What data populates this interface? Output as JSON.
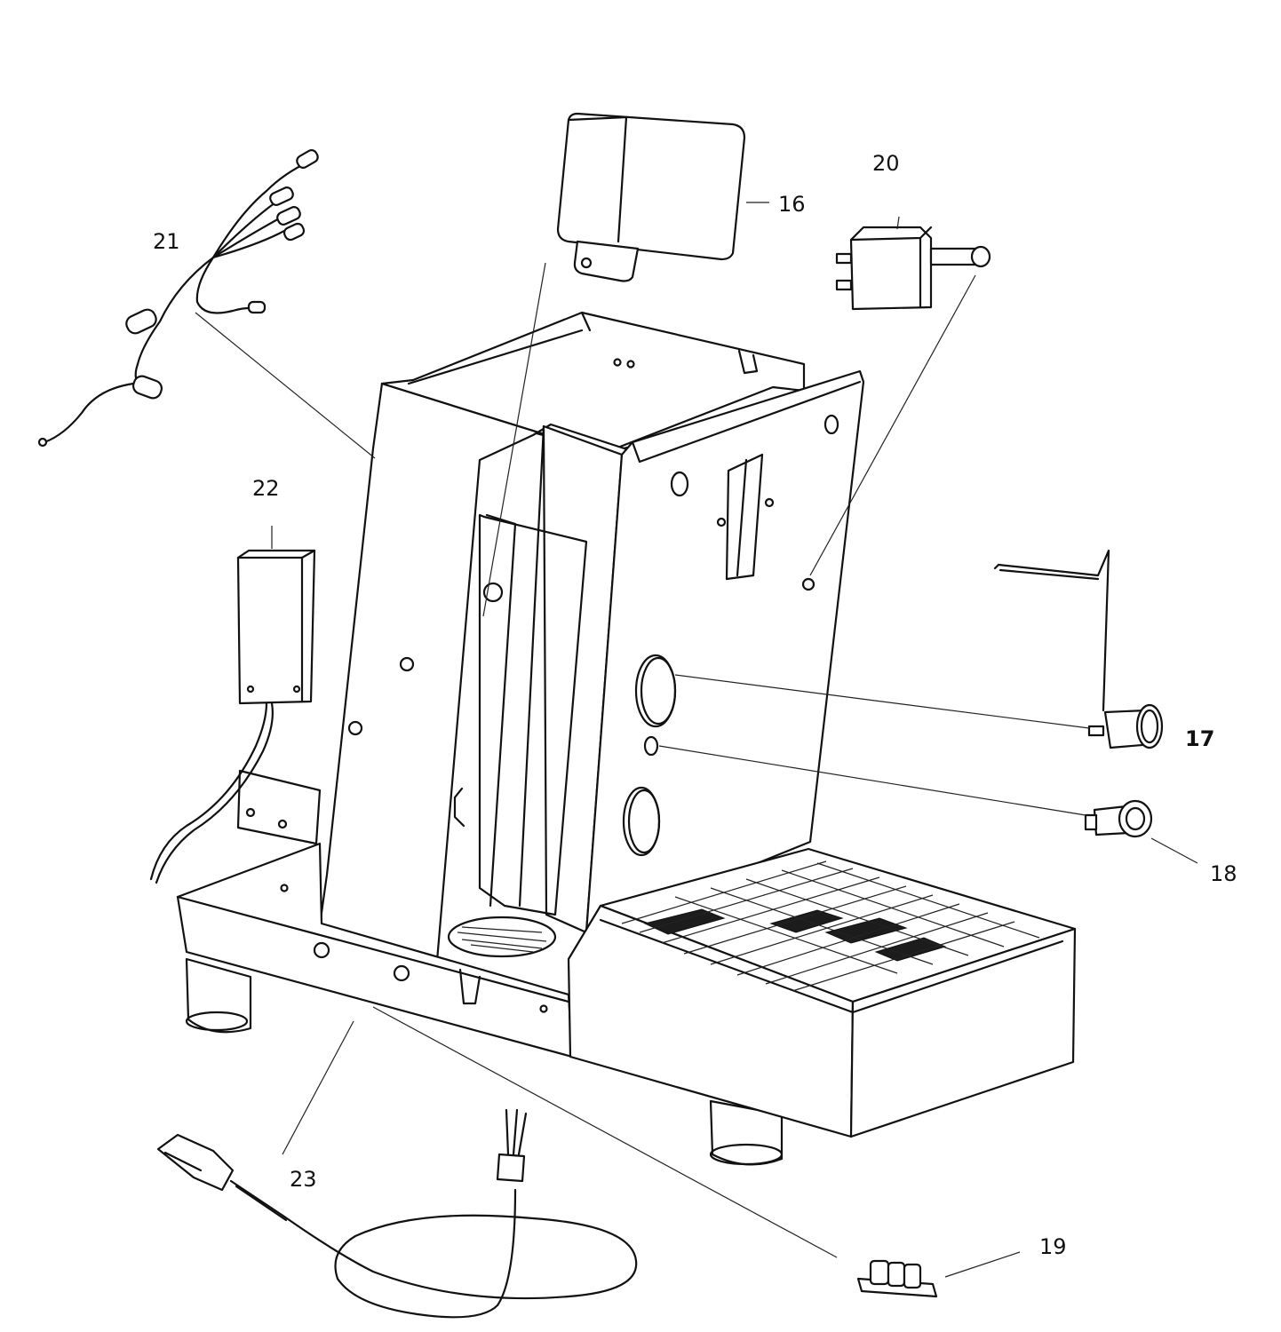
{
  "diagram": {
    "callouts": [
      {
        "id": "16",
        "text": "16",
        "bold": false
      },
      {
        "id": "17",
        "text": "17",
        "bold": true
      },
      {
        "id": "18",
        "text": "18",
        "bold": false
      },
      {
        "id": "19",
        "text": "19",
        "bold": false
      },
      {
        "id": "20",
        "text": "20",
        "bold": false
      },
      {
        "id": "21",
        "text": "21",
        "bold": false
      },
      {
        "id": "22",
        "text": "22",
        "bold": false
      },
      {
        "id": "23",
        "text": "23",
        "bold": false
      }
    ]
  }
}
